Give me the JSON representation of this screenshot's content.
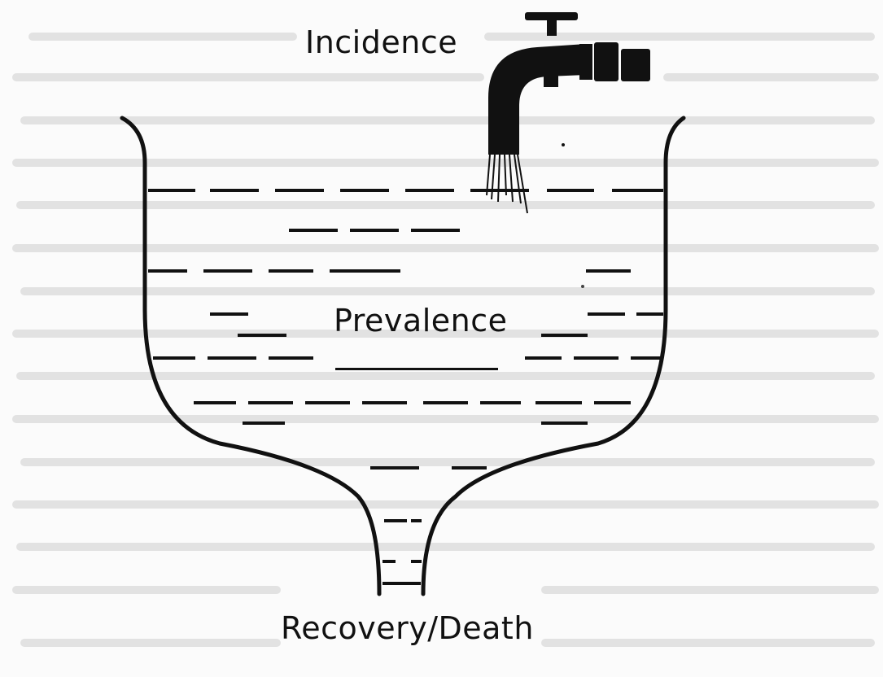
{
  "diagram": {
    "labels": {
      "incidence": "Incidence",
      "prevalence": "Prevalence",
      "outflow": "Recovery/Death"
    },
    "colors": {
      "ink": "#111111",
      "paper": "#fbfbfb",
      "bleed_text": "#d6d6d6"
    }
  }
}
